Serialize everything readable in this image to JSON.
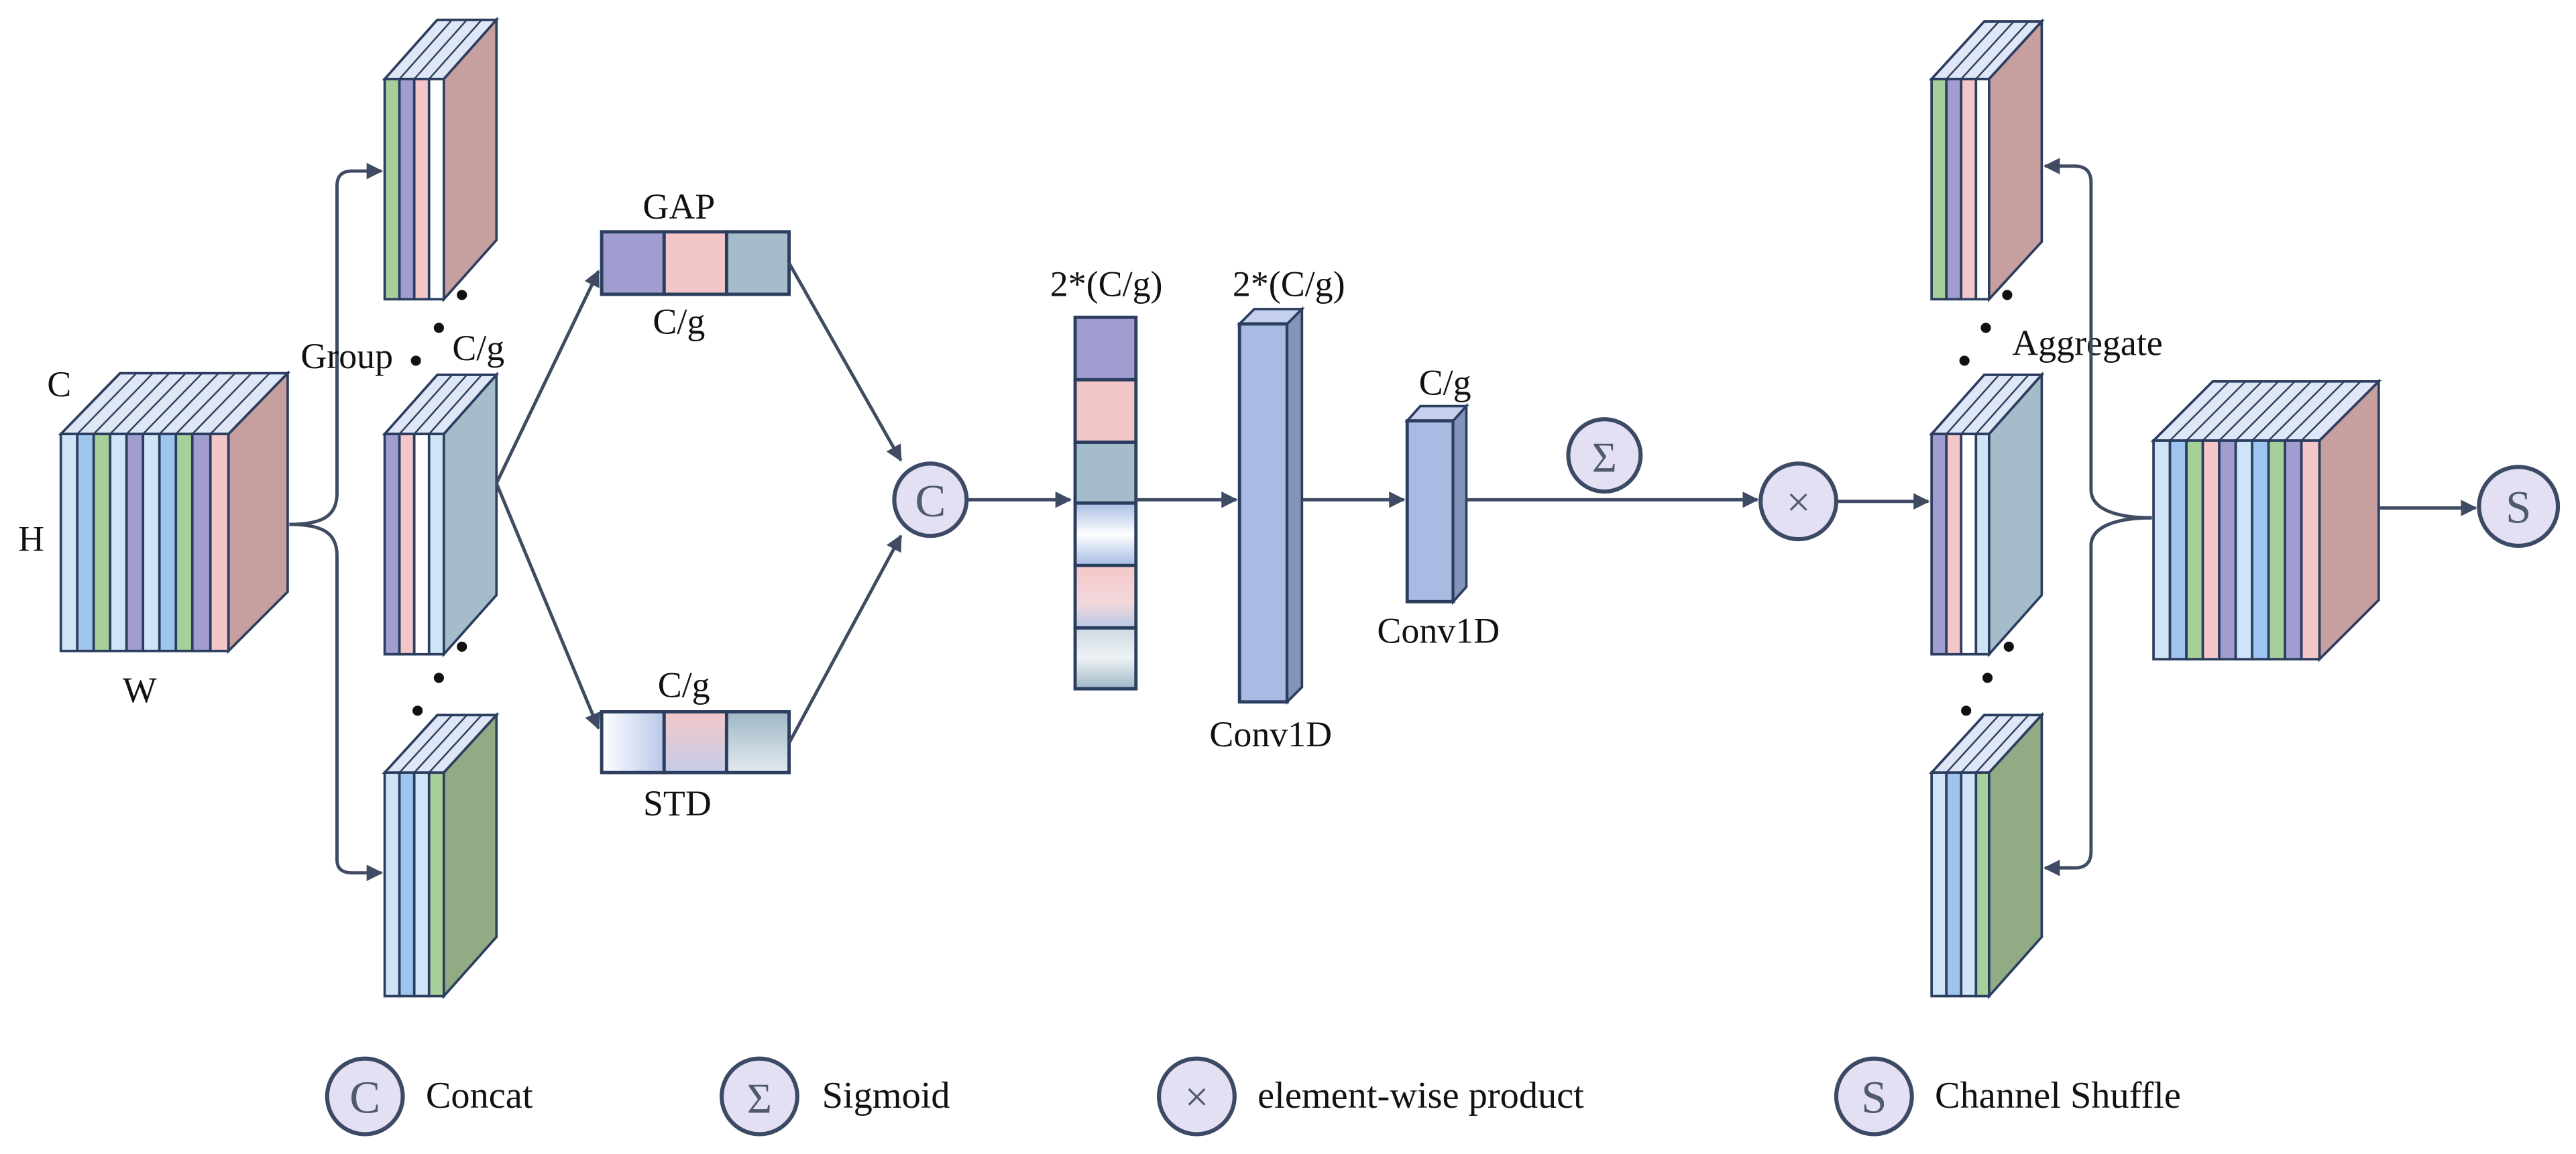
{
  "colors": {
    "edge": "#2c3e5f",
    "arrow": "#3f4b63",
    "circle_fill": "#e4e0f3",
    "circle_stroke": "#3d4a66",
    "circle_text": "#505a6e",
    "purple": "#a19dd0",
    "pink": "#f3c7c8",
    "grayblue": "#9fb7c6",
    "green": "#a6cf9a",
    "lightblue": "#cfe4f6",
    "blue": "#9ec5ee",
    "mauve": "#c79f9f",
    "steel": "#a5bcca",
    "sage": "#91ab85",
    "conv": "#aabbe3"
  },
  "icons": {
    "concat": "C",
    "sigmoid": "Σ",
    "product": "×",
    "shuffle": "S",
    "dots": "•"
  },
  "labels": {
    "input_c": "C",
    "input_h": "H",
    "input_w": "W",
    "group": "Group",
    "group_cg": "C/g",
    "gap": "GAP",
    "gap_cg": "C/g",
    "std_cg": "C/g",
    "std": "STD",
    "concat_dim": "2*(C/g)",
    "conv1_dim": "2*(C/g)",
    "conv1": "Conv1D",
    "conv2_dim": "C/g",
    "conv2": "Conv1D",
    "aggregate": "Aggregate"
  },
  "legend": [
    {
      "icon": "C",
      "label": "Concat"
    },
    {
      "icon": "Σ",
      "label": "Sigmoid"
    },
    {
      "icon": "×",
      "label": "element-wise product"
    },
    {
      "icon": "S",
      "label": "Channel Shuffle"
    }
  ]
}
